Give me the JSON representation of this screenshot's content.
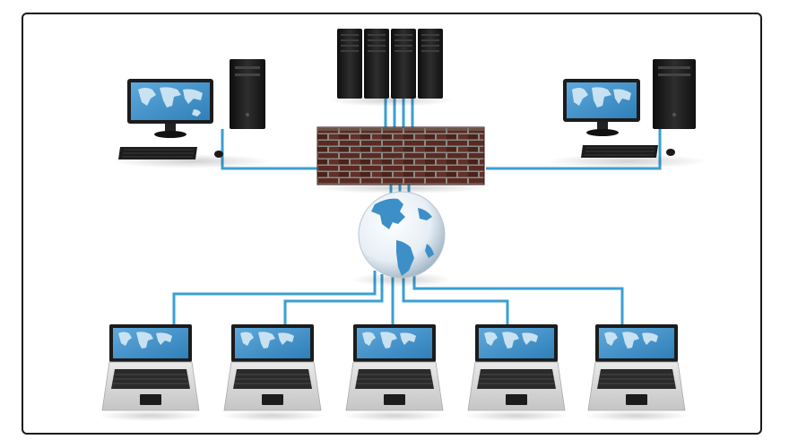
{
  "diagram": {
    "nodes": [
      {
        "id": "server-rack",
        "kind": "server-rack",
        "icon": "server-rack-icon"
      },
      {
        "id": "desktop-left",
        "kind": "desktop-computer",
        "icon": "desktop-computer-icon"
      },
      {
        "id": "desktop-right",
        "kind": "desktop-computer",
        "icon": "desktop-computer-icon"
      },
      {
        "id": "firewall",
        "kind": "firewall",
        "icon": "brick-wall-icon"
      },
      {
        "id": "internet",
        "kind": "globe",
        "icon": "globe-icon"
      },
      {
        "id": "laptop-1",
        "kind": "laptop",
        "icon": "laptop-icon"
      },
      {
        "id": "laptop-2",
        "kind": "laptop",
        "icon": "laptop-icon"
      },
      {
        "id": "laptop-3",
        "kind": "laptop",
        "icon": "laptop-icon"
      },
      {
        "id": "laptop-4",
        "kind": "laptop",
        "icon": "laptop-icon"
      },
      {
        "id": "laptop-5",
        "kind": "laptop",
        "icon": "laptop-icon"
      }
    ],
    "edges": [
      [
        "server-rack",
        "firewall"
      ],
      [
        "desktop-left",
        "firewall"
      ],
      [
        "desktop-right",
        "firewall"
      ],
      [
        "firewall",
        "internet"
      ],
      [
        "internet",
        "laptop-1"
      ],
      [
        "internet",
        "laptop-2"
      ],
      [
        "internet",
        "laptop-3"
      ],
      [
        "internet",
        "laptop-4"
      ],
      [
        "internet",
        "laptop-5"
      ]
    ]
  },
  "colors": {
    "cable": "#3a9fd4",
    "cable_light": "#8fd0f0",
    "screen": "#3d8fc8",
    "continent": "#d6eaf6",
    "brick": "#5a2a22",
    "mortar": "#8a8a84",
    "chassis": "#1e1e1e",
    "frame": "#1a1a1a"
  }
}
